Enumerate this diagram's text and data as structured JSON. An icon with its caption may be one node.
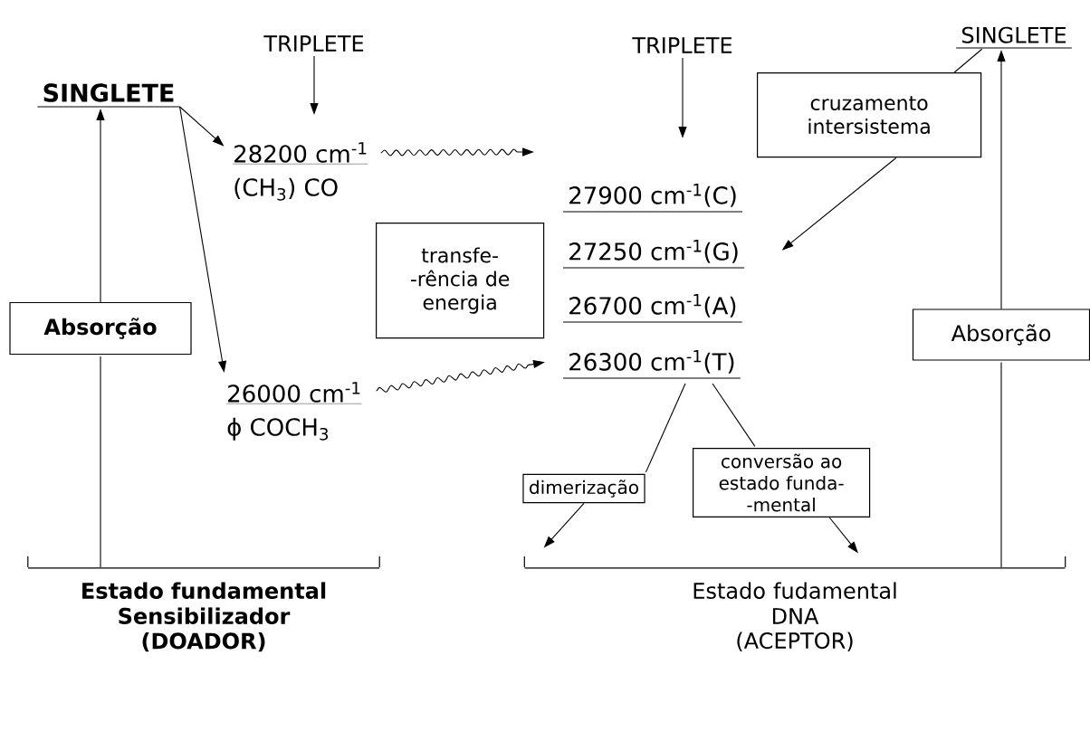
{
  "diagram": {
    "nodes": [
      {
        "text": [
          "SINGLETE"
        ]
      },
      {
        "text": [
          "TRIPLETE"
        ]
      },
      {
        "text": [
          "28200 cm$^{-1}$",
          "(CH$_{3}$) CO"
        ]
      },
      {
        "text": [
          "Absorção"
        ]
      },
      {
        "text": [
          "26000 cm$^{-1}$",
          "ϕ COCH$_{3}$"
        ]
      },
      {
        "text": [
          "transfe- -rência de energia"
        ]
      },
      {
        "text": [
          "TRIPLETE"
        ]
      },
      {
        "text": [
          "27900 cm$^{-1}$(C)"
        ]
      },
      {
        "text": [
          "27250 cm$^{-1}$(G)"
        ]
      },
      {
        "text": [
          "26700 cm$^{-1}$(A)"
        ]
      },
      {
        "text": [
          "26300 cm$^{-1}$(T)"
        ]
      },
      {
        "text": [
          "SINGLETE"
        ]
      },
      {
        "text": [
          "cruzamento intersistema"
        ]
      },
      {
        "text": [
          "Absorção"
        ]
      },
      {
        "text": [
          "dimerização"
        ]
      },
      {
        "text": [
          "conversão ao estado funda- -mental"
        ]
      },
      {
        "text": [
          "Estado fundamental Sensibilizador",
          "(DOADOR)"
        ]
      },
      {
        "text": [
          "Estado fudamental DNA",
          "(ACEPTOR)"
        ]
      }
    ],
    "edges": [
      {
        "from": 1,
        "to": 2,
        "arrow": "to"
      },
      {
        "from": 0,
        "to": 2,
        "arrow": "to"
      },
      {
        "from": 0,
        "to": 4,
        "arrow": "to"
      },
      {
        "from": 3,
        "to": 0,
        "arrow": "to"
      },
      {
        "from": 16,
        "to": 3,
        "arrow": "none"
      },
      {
        "from": 2,
        "to": 7,
        "arrow": "to"
      },
      {
        "from": 4,
        "to": 10,
        "arrow": "to"
      },
      {
        "from": 6,
        "to": 7,
        "arrow": "to"
      },
      {
        "from": 12,
        "to": 8,
        "arrow": "to"
      },
      {
        "from": 12,
        "to": 11,
        "arrow": "none"
      },
      {
        "from": 13,
        "to": 11,
        "arrow": "to"
      },
      {
        "from": 17,
        "to": 13,
        "arrow": "none"
      },
      {
        "from": 10,
        "to": 14,
        "arrow": "none"
      },
      {
        "from": 14,
        "to": 17,
        "arrow": "to"
      },
      {
        "from": 10,
        "to": 15,
        "arrow": "none"
      },
      {
        "from": 15,
        "to": 17,
        "arrow": "to"
      }
    ]
  }
}
